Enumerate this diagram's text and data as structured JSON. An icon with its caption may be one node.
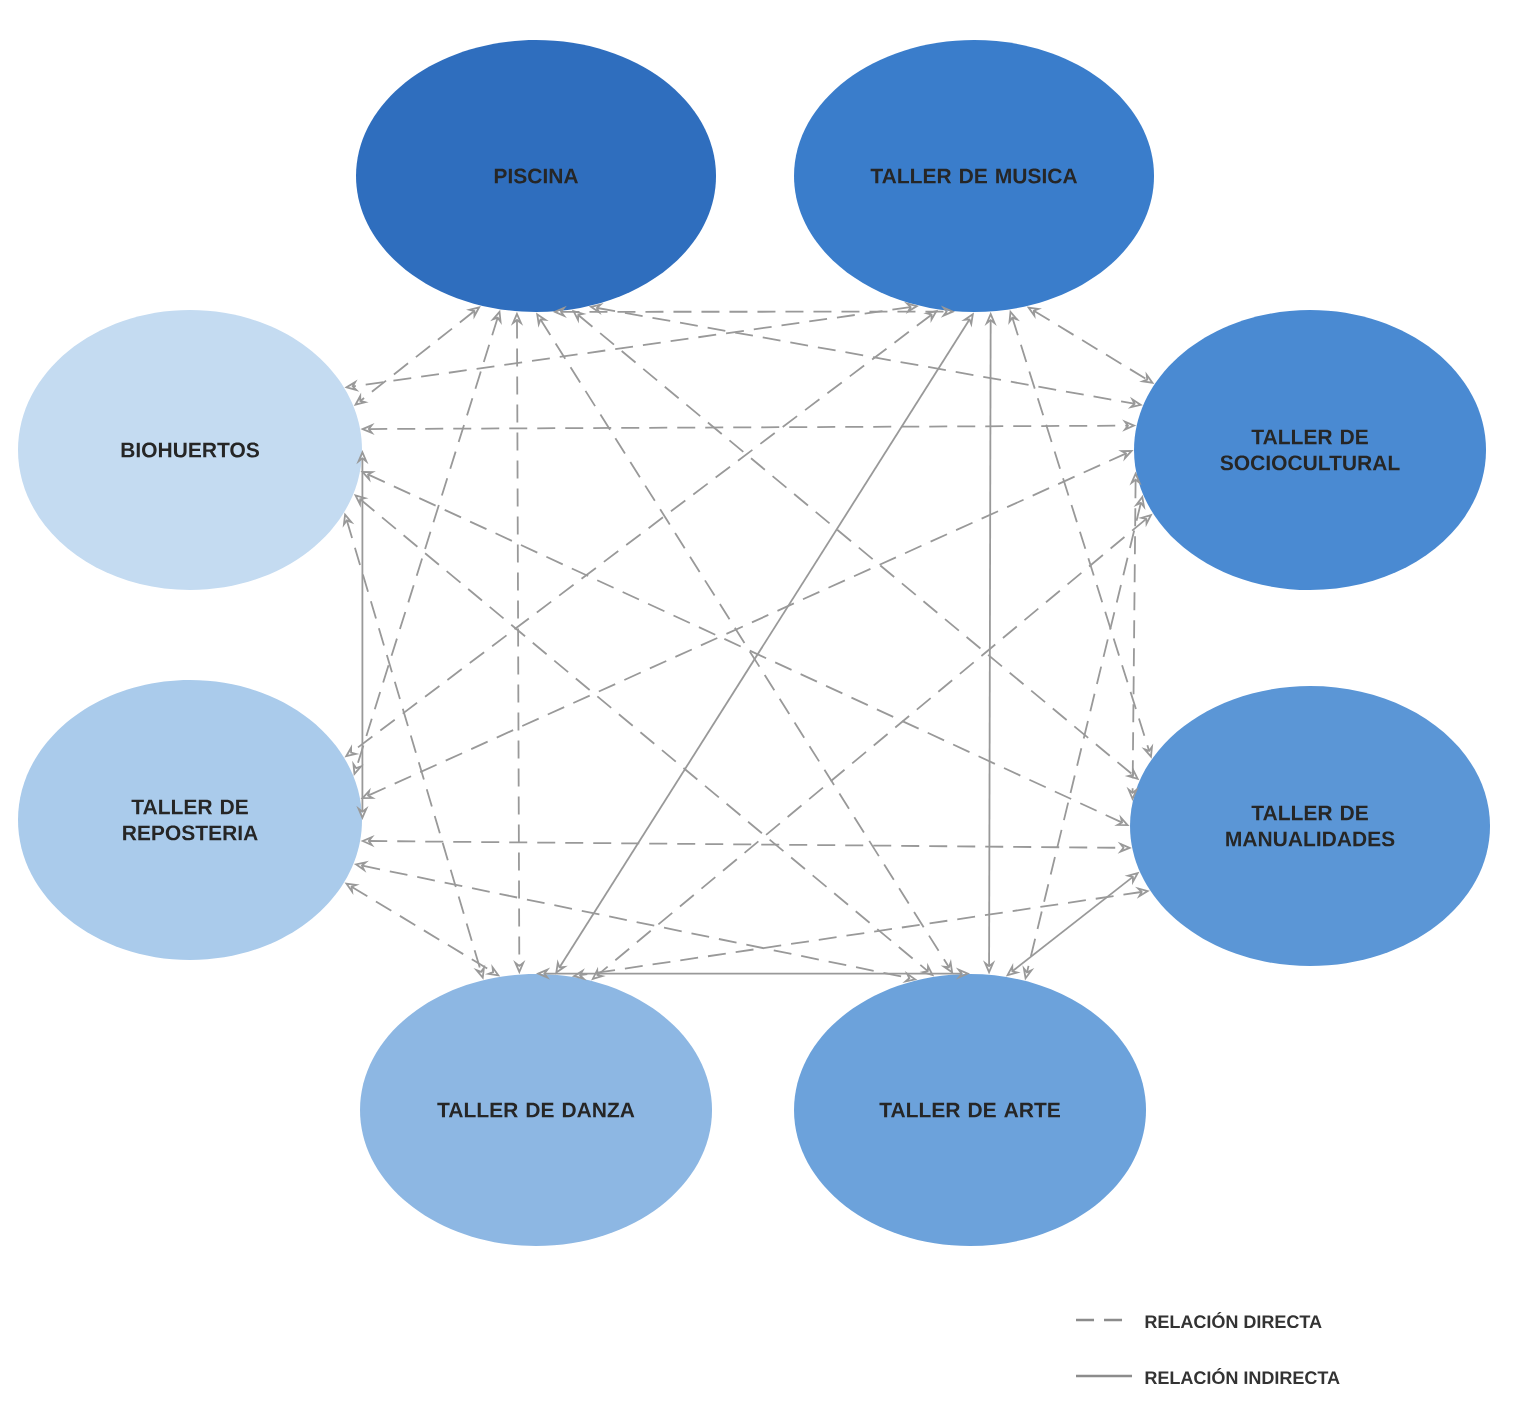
{
  "diagram": {
    "nodes": [
      {
        "text": [
          "PISCINA"
        ]
      },
      {
        "text": [
          "TALLER DE MUSICA"
        ]
      },
      {
        "text": [
          "BIOHUERTOS"
        ]
      },
      {
        "text": [
          "TALLER DE SOCIOCULTURAL"
        ]
      },
      {
        "text": [
          "TALLER DE REPOSTERIA"
        ]
      },
      {
        "text": [
          "TALLER DE MANUALIDADES"
        ]
      },
      {
        "text": [
          "TALLER DE DANZA"
        ]
      },
      {
        "text": [
          "TALLER DE ARTE"
        ]
      }
    ],
    "edges": [
      {
        "from": 0,
        "to": 1,
        "arrow": "both",
        "style": "dashed"
      },
      {
        "from": 0,
        "to": 2,
        "arrow": "both",
        "style": "dashed"
      },
      {
        "from": 0,
        "to": 3,
        "arrow": "both",
        "style": "dashed"
      },
      {
        "from": 0,
        "to": 4,
        "arrow": "both",
        "style": "dashed"
      },
      {
        "from": 0,
        "to": 5,
        "arrow": "both",
        "style": "dashed"
      },
      {
        "from": 0,
        "to": 6,
        "arrow": "both",
        "style": "dashed"
      },
      {
        "from": 0,
        "to": 7,
        "arrow": "both",
        "style": "dashed"
      },
      {
        "from": 1,
        "to": 2,
        "arrow": "both",
        "style": "dashed"
      },
      {
        "from": 1,
        "to": 3,
        "arrow": "both",
        "style": "dashed"
      },
      {
        "from": 1,
        "to": 4,
        "arrow": "both",
        "style": "dashed"
      },
      {
        "from": 1,
        "to": 5,
        "arrow": "both",
        "style": "dashed"
      },
      {
        "from": 1,
        "to": 6,
        "arrow": "both"
      },
      {
        "from": 1,
        "to": 7,
        "arrow": "both"
      },
      {
        "from": 2,
        "to": 3,
        "arrow": "both",
        "style": "dashed"
      },
      {
        "from": 2,
        "to": 4,
        "arrow": "both"
      },
      {
        "from": 2,
        "to": 5,
        "arrow": "both",
        "style": "dashed"
      },
      {
        "from": 2,
        "to": 6,
        "arrow": "both",
        "style": "dashed"
      },
      {
        "from": 2,
        "to": 7,
        "arrow": "both",
        "style": "dashed"
      },
      {
        "from": 3,
        "to": 4,
        "arrow": "both",
        "style": "dashed"
      },
      {
        "from": 3,
        "to": 5,
        "arrow": "both",
        "style": "dashed"
      },
      {
        "from": 3,
        "to": 6,
        "arrow": "both",
        "style": "dashed"
      },
      {
        "from": 3,
        "to": 7,
        "arrow": "both",
        "style": "dashed"
      },
      {
        "from": 4,
        "to": 5,
        "arrow": "both",
        "style": "dashed"
      },
      {
        "from": 4,
        "to": 6,
        "arrow": "both",
        "style": "dashed"
      },
      {
        "from": 4,
        "to": 7,
        "arrow": "both",
        "style": "dashed"
      },
      {
        "from": 5,
        "to": 6,
        "arrow": "both",
        "style": "dashed"
      },
      {
        "from": 5,
        "to": 7,
        "arrow": "both"
      },
      {
        "from": 6,
        "to": 7,
        "arrow": "both"
      }
    ],
    "legend": [
      {
        "text": "RELACIÓN DIRECTA"
      },
      {
        "text": "RELACIÓN INDIRECTA"
      }
    ]
  }
}
